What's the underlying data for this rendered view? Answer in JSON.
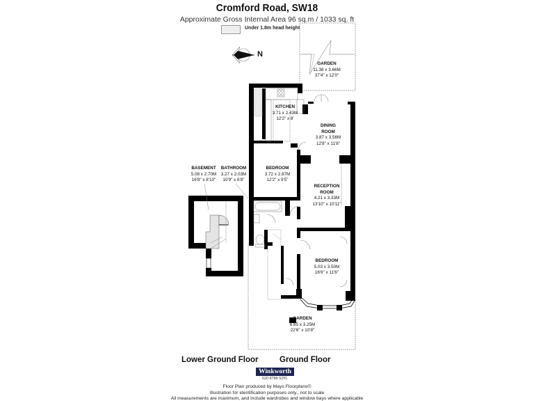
{
  "header": {
    "title": "Cromford Road, SW18",
    "subtitle": "Approximate Gross Internal Area 96 sq.m  /  1033 sq. ft"
  },
  "legend": {
    "label": "Under 1.8m head height",
    "swatch_color": "#ececec"
  },
  "compass": {
    "label": "N"
  },
  "rooms": {
    "garden_top": {
      "name": "GARDEN",
      "metric": "11.38 x 3.66M",
      "imperial": "37'4\" x 12'0\""
    },
    "kitchen": {
      "name": "KITCHEN",
      "metric": "3.71 x 2.43M",
      "imperial": "12'2\" x 8'"
    },
    "dining": {
      "name_1": "DINING",
      "name_2": "ROOM",
      "metric": "3.87 x 3.56M",
      "imperial": "12'8\" x 11'8\""
    },
    "basement": {
      "name": "BASEMENT",
      "metric": "5.08 x 2.70M",
      "imperial": "16'8\" x 8'10\""
    },
    "bathroom": {
      "name": "BATHROOM",
      "metric": "3.27 x 2.03M",
      "imperial": "10'9\" x 6'8\""
    },
    "bedroom_1": {
      "name": "BEDROOM",
      "metric": "3.72 x 2.87M",
      "imperial": "12'2\" x 9'5\""
    },
    "reception": {
      "name_1": "RECEPTION",
      "name_2": "ROOM",
      "metric": "4.21 x 3.33M",
      "imperial": "13'10\" x 10'11\""
    },
    "bedroom_2": {
      "name": "BEDROOM",
      "metric": "5.03 x 3.50M",
      "imperial": "16'6\" x 11'6\""
    },
    "garden_bottom": {
      "name": "GARDEN",
      "metric": "6.65 x 3.25M",
      "imperial": "22'6\" x 10'8\""
    }
  },
  "floors": {
    "lower": "Lower Ground Floor",
    "ground": "Ground Floor"
  },
  "branding": {
    "logo": "Winkworth",
    "phone": "020 8788 9295",
    "logo_color": "#1d2450"
  },
  "footer": {
    "line_1": "Floor Plan produced by Mays Floorplans©",
    "line_2": "Illustration for identification purposes only., not to scale",
    "line_3": "All measurements are maximum, and include wardrobes and window bays where applicable"
  }
}
